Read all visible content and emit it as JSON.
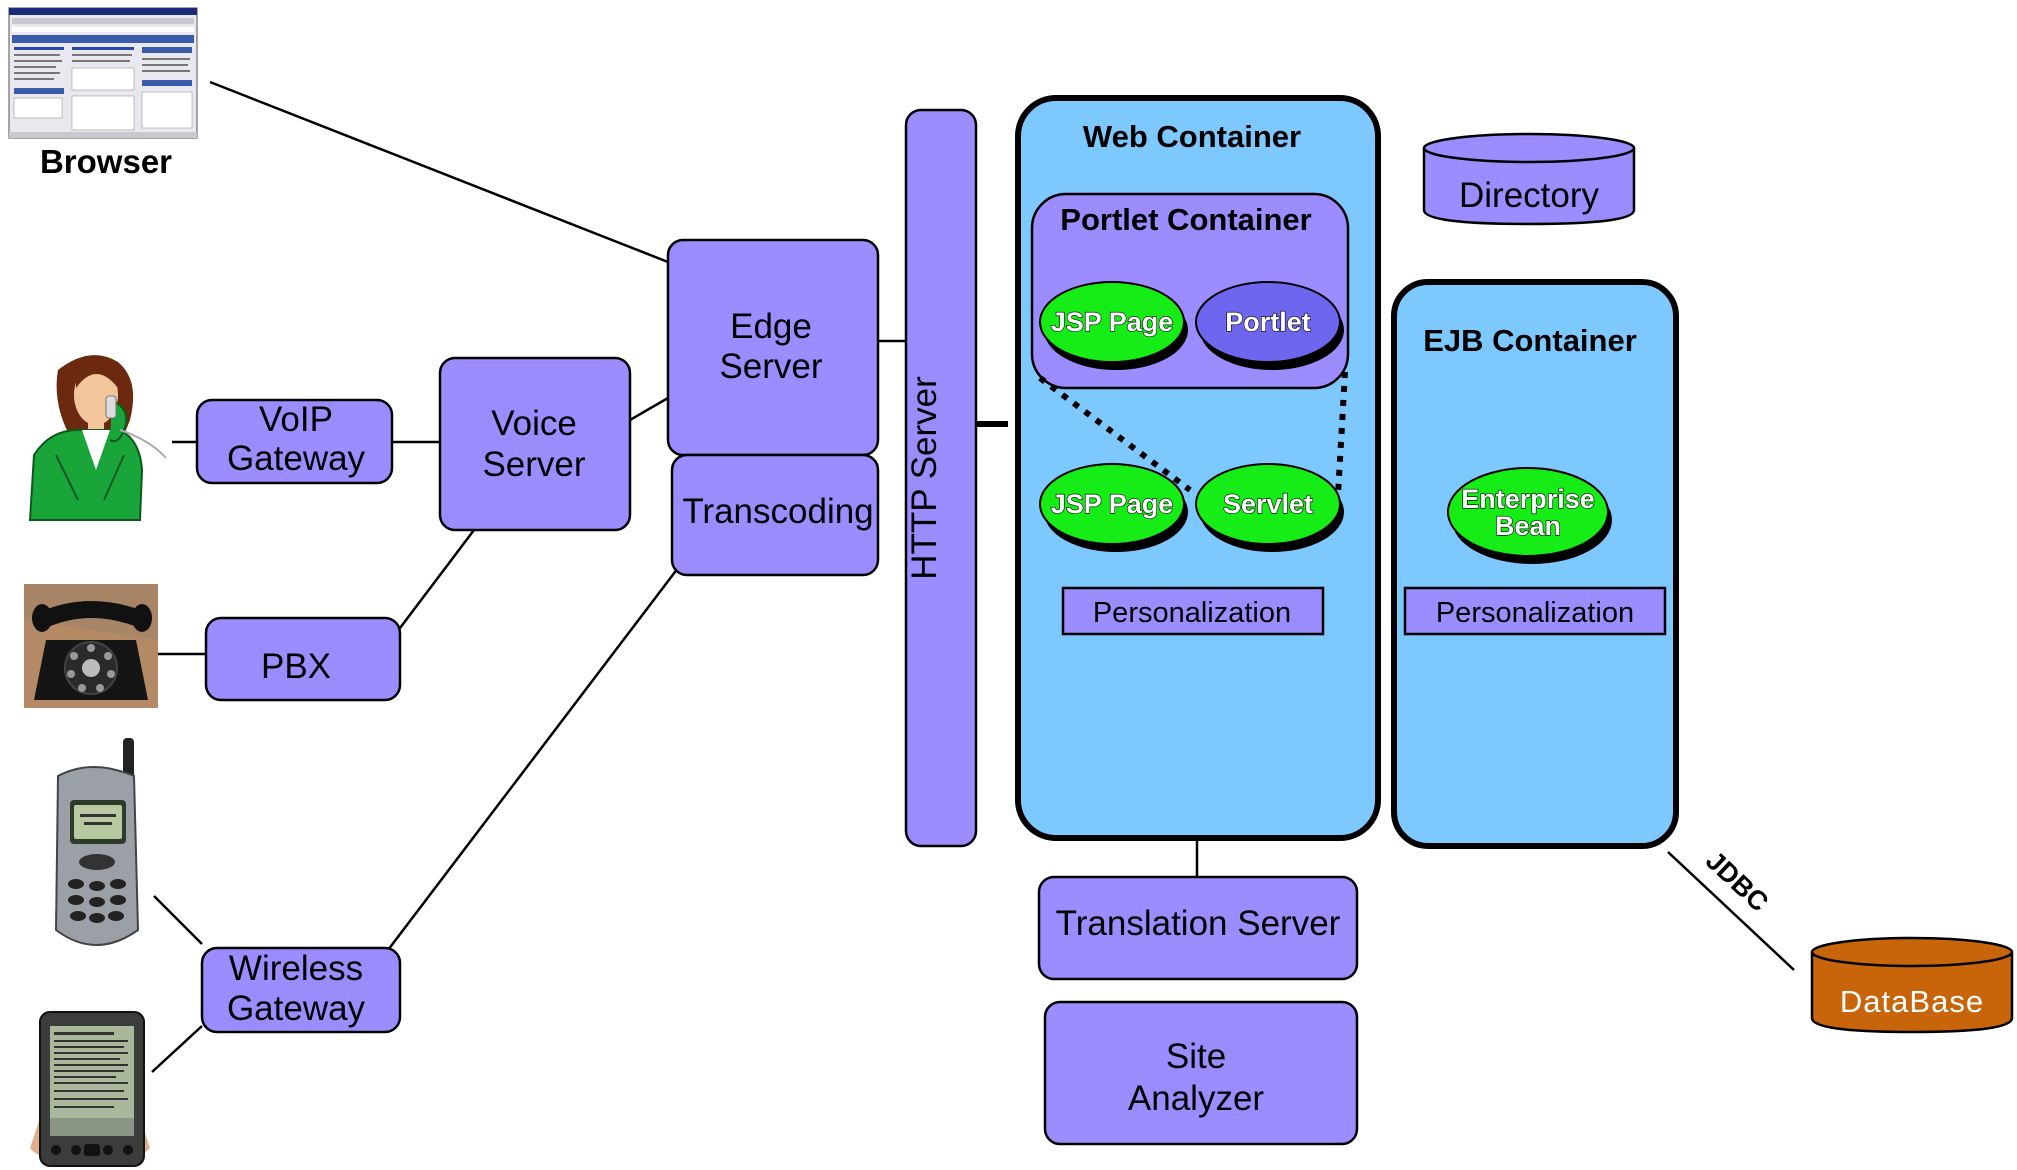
{
  "clients": {
    "browser": "Browser"
  },
  "boxes": {
    "voip_gateway": [
      "VoIP",
      "Gateway"
    ],
    "voice_server": [
      "Voice",
      "Server"
    ],
    "pbx": "PBX",
    "wireless_gateway": [
      "Wireless",
      "Gateway"
    ],
    "edge_server": [
      "Edge",
      "Server"
    ],
    "transcoding": "Transcoding",
    "http_server": "HTTP Server",
    "translation_server": "Translation Server",
    "site_analyzer": [
      "Site",
      "Analyzer"
    ]
  },
  "web_container": {
    "title": "Web Container",
    "portlet_container": {
      "title": "Portlet Container",
      "jsp_page": "JSP Page",
      "portlet": "Portlet"
    },
    "jsp_page": "JSP Page",
    "servlet": "Servlet",
    "personalization": "Personalization"
  },
  "ejb_container": {
    "title": "EJB Container",
    "enterprise_bean": [
      "Enterprise",
      "Bean"
    ],
    "personalization": "Personalization"
  },
  "directory": "Directory",
  "database": "DataBase",
  "jdbc_label": "JDBC",
  "colors": {
    "box_fill": "#9b8cff",
    "container_fill": "#7dc8fe",
    "green_pill": "#16ec16",
    "db_fill": "#c8650a"
  }
}
